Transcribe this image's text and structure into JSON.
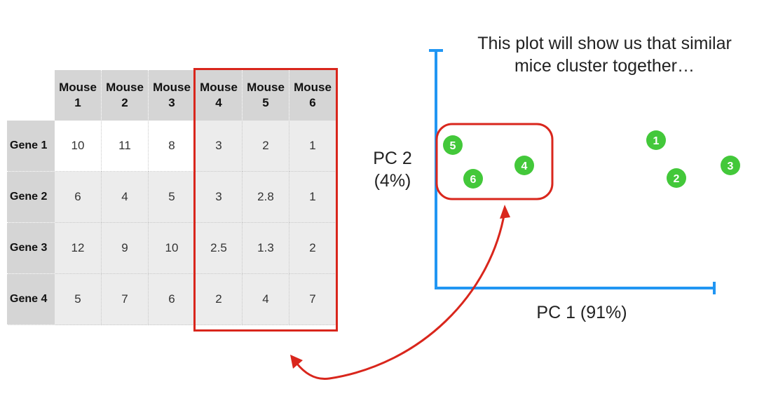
{
  "caption": [
    "This plot will show us that similar",
    "mice cluster together…"
  ],
  "table": {
    "columns": [
      "Mouse 1",
      "Mouse 2",
      "Mouse 3",
      "Mouse 4",
      "Mouse 5",
      "Mouse 6"
    ],
    "rows": [
      {
        "gene": "Gene 1",
        "values": [
          "10",
          "11",
          "8",
          "3",
          "2",
          "1"
        ]
      },
      {
        "gene": "Gene 2",
        "values": [
          "6",
          "4",
          "5",
          "3",
          "2.8",
          "1"
        ]
      },
      {
        "gene": "Gene 3",
        "values": [
          "12",
          "9",
          "10",
          "2.5",
          "1.3",
          "2"
        ]
      },
      {
        "gene": "Gene 4",
        "values": [
          "5",
          "7",
          "6",
          "2",
          "4",
          "7"
        ]
      }
    ],
    "highlighted_columns": [
      "Mouse 4",
      "Mouse 5",
      "Mouse 6"
    ]
  },
  "plot": {
    "x_label": "PC 1 (91%)",
    "y_label": [
      "PC 2",
      "(4%)"
    ],
    "points": [
      {
        "label": "1"
      },
      {
        "label": "2"
      },
      {
        "label": "3"
      },
      {
        "label": "4"
      },
      {
        "label": "5"
      },
      {
        "label": "6"
      }
    ],
    "cluster_highlight": [
      "4",
      "5",
      "6"
    ]
  },
  "colors": {
    "axis": "#2196f3",
    "point": "#43c83a",
    "highlight": "#d9261c",
    "header_bg": "#d5d5d5",
    "shaded_cell": "#ececec"
  }
}
